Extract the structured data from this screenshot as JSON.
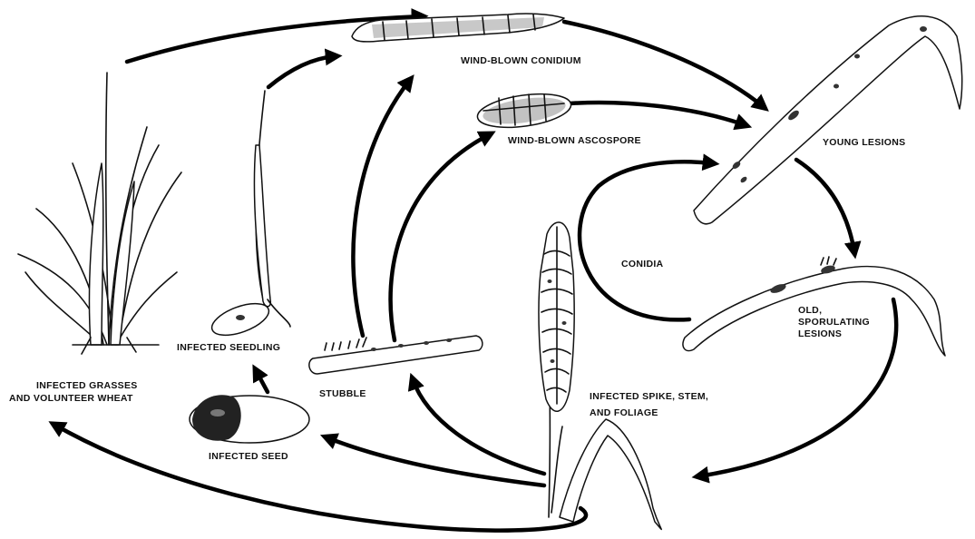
{
  "labels": {
    "wind_blown_conidium": "WIND-BLOWN CONIDIUM",
    "wind_blown_ascospore": "WIND-BLOWN ASCOSPORE",
    "young_lesions": "YOUNG LESIONS",
    "conidia": "CONIDIA",
    "old_sporulating_lesions": [
      "OLD,",
      "SPORULATING",
      "LESIONS"
    ],
    "infected_spike": [
      "INFECTED SPIKE, STEM,",
      "AND FOLIAGE"
    ],
    "stubble": "STUBBLE",
    "infected_seedling": "INFECTED SEEDLING",
    "infected_seed": "INFECTED SEED",
    "infected_grasses": [
      "INFECTED GRASSES",
      "AND VOLUNTEER WHEAT"
    ]
  }
}
